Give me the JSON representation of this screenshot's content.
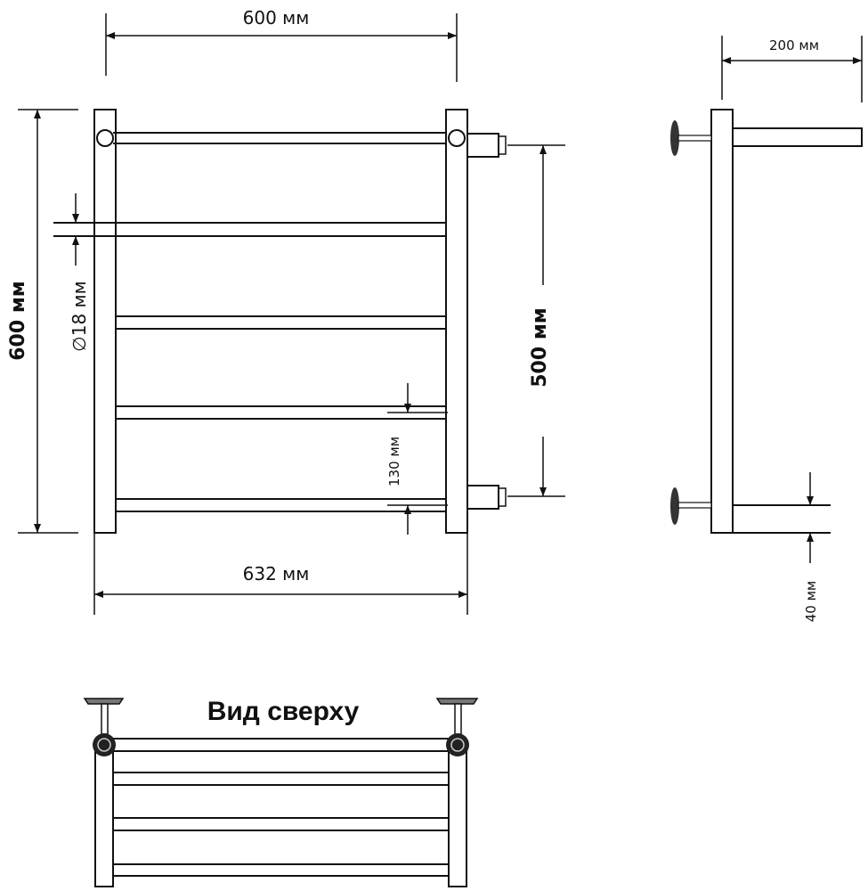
{
  "front_view": {
    "width_top": "600 мм",
    "height_left": "600 мм",
    "tube_diameter": "∅18 мм",
    "connection_distance": "500 мм",
    "bar_spacing": "130 мм",
    "width_overall": "632 мм"
  },
  "side_view": {
    "depth": "200 мм",
    "bottom_offset": "40 мм"
  },
  "top_view": {
    "title": "Вид сверху"
  },
  "colors": {
    "line": "#111111",
    "background": "#ffffff"
  }
}
